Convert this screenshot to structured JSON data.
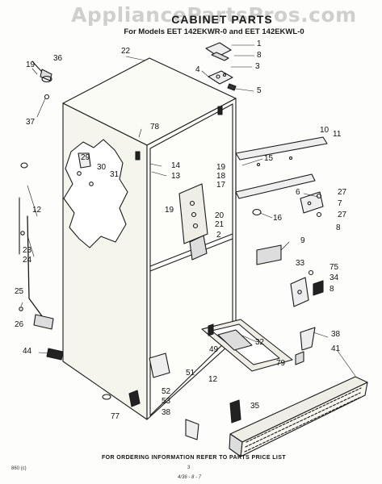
{
  "watermark": "AppliancePartsPros.com",
  "diagram": {
    "title": "CABINET PARTS",
    "subtitle": "For Models EET 142EKWR-0 and EET 142EKWL-0",
    "footer": "FOR ORDERING INFORMATION REFER TO PARTS PRICE LIST",
    "page_number": "3",
    "left_code": "860 (c)",
    "bottom_code": "4/36 - 8 - 7"
  },
  "callouts": {
    "c1": "1",
    "c8a": "8",
    "c3": "3",
    "c4": "4",
    "c5": "5",
    "c22": "22",
    "c19a": "19",
    "c36": "36",
    "c37": "37",
    "c78": "78",
    "c10": "10",
    "c11": "11",
    "c15": "15",
    "c14": "14",
    "c13": "13",
    "c29": "29",
    "c30": "30",
    "c31": "31",
    "c19b": "19",
    "c18": "18",
    "c17": "17",
    "c6": "6",
    "c27a": "27",
    "c7": "7",
    "c27b": "27",
    "c8b": "8",
    "c16": "16",
    "c12a": "12",
    "c23": "23",
    "c24": "24",
    "c19c": "19",
    "c20": "20",
    "c21": "21",
    "c2": "2",
    "c9": "9",
    "c33": "33",
    "c75": "75",
    "c34": "34",
    "c8c": "8",
    "c25": "25",
    "c26": "26",
    "c44": "44",
    "c32": "32",
    "c38a": "38",
    "c49": "49",
    "c79": "79",
    "c41": "41",
    "c51": "51",
    "c52": "52",
    "c12b": "12",
    "c53": "53",
    "c77": "77",
    "c35": "35",
    "c38b": "38"
  }
}
